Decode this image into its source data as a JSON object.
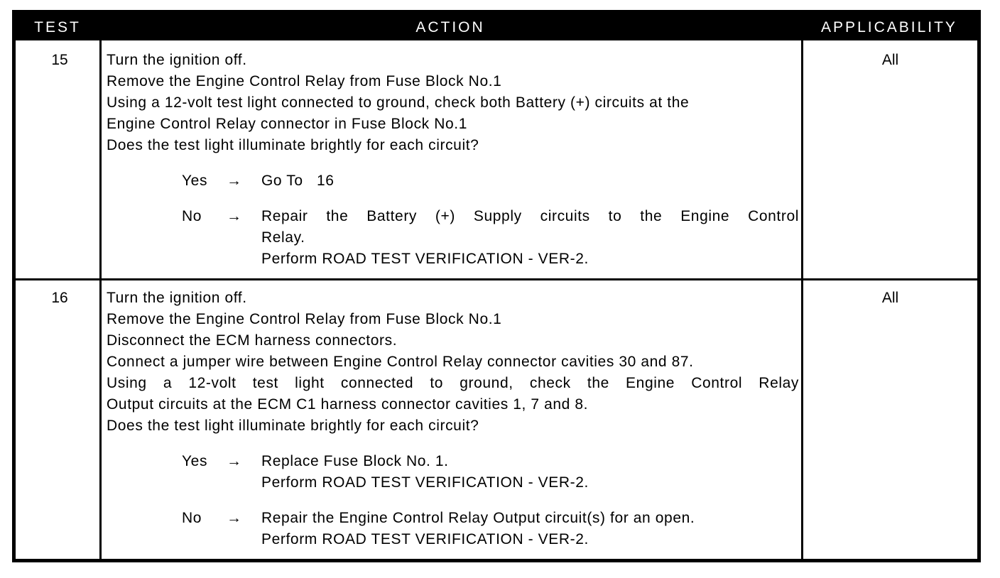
{
  "table": {
    "headers": {
      "test": "TEST",
      "action": "ACTION",
      "applicability": "APPLICABILITY"
    },
    "rows": [
      {
        "test": "15",
        "applicability": "All",
        "steps": [
          "Turn the ignition off.",
          "Remove the Engine Control Relay from Fuse Block No.1",
          "Using a 12-volt test light connected to ground, check both Battery (+) circuits at the",
          "Engine Control Relay connector in Fuse Block No.1",
          "Does the test light illuminate brightly for each circuit?"
        ],
        "yes": {
          "label": "Yes",
          "arrow": "→",
          "lines": [
            "Go To   16"
          ]
        },
        "no": {
          "label": "No",
          "arrow": "→",
          "lines": [
            "Repair the Battery (+) Supply circuits to the Engine Control",
            "Relay.",
            "Perform ROAD TEST VERIFICATION - VER-2."
          ]
        }
      },
      {
        "test": "16",
        "applicability": "All",
        "steps": [
          "Turn the ignition off.",
          "Remove the Engine Control Relay from Fuse Block No.1",
          "Disconnect the ECM harness connectors.",
          "Connect a jumper wire between Engine Control Relay connector cavities 30 and 87.",
          "Using a 12-volt test light connected to ground, check the Engine Control Relay",
          "Output circuits at the ECM C1 harness connector cavities 1, 7 and 8.",
          "Does the test light illuminate brightly for each circuit?"
        ],
        "yes": {
          "label": "Yes",
          "arrow": "→",
          "lines": [
            "Replace Fuse Block No. 1.",
            "Perform ROAD TEST VERIFICATION - VER-2."
          ]
        },
        "no": {
          "label": "No",
          "arrow": "→",
          "lines": [
            "Repair the Engine Control Relay Output circuit(s) for an open.",
            "Perform ROAD TEST VERIFICATION - VER-2."
          ]
        }
      }
    ]
  }
}
